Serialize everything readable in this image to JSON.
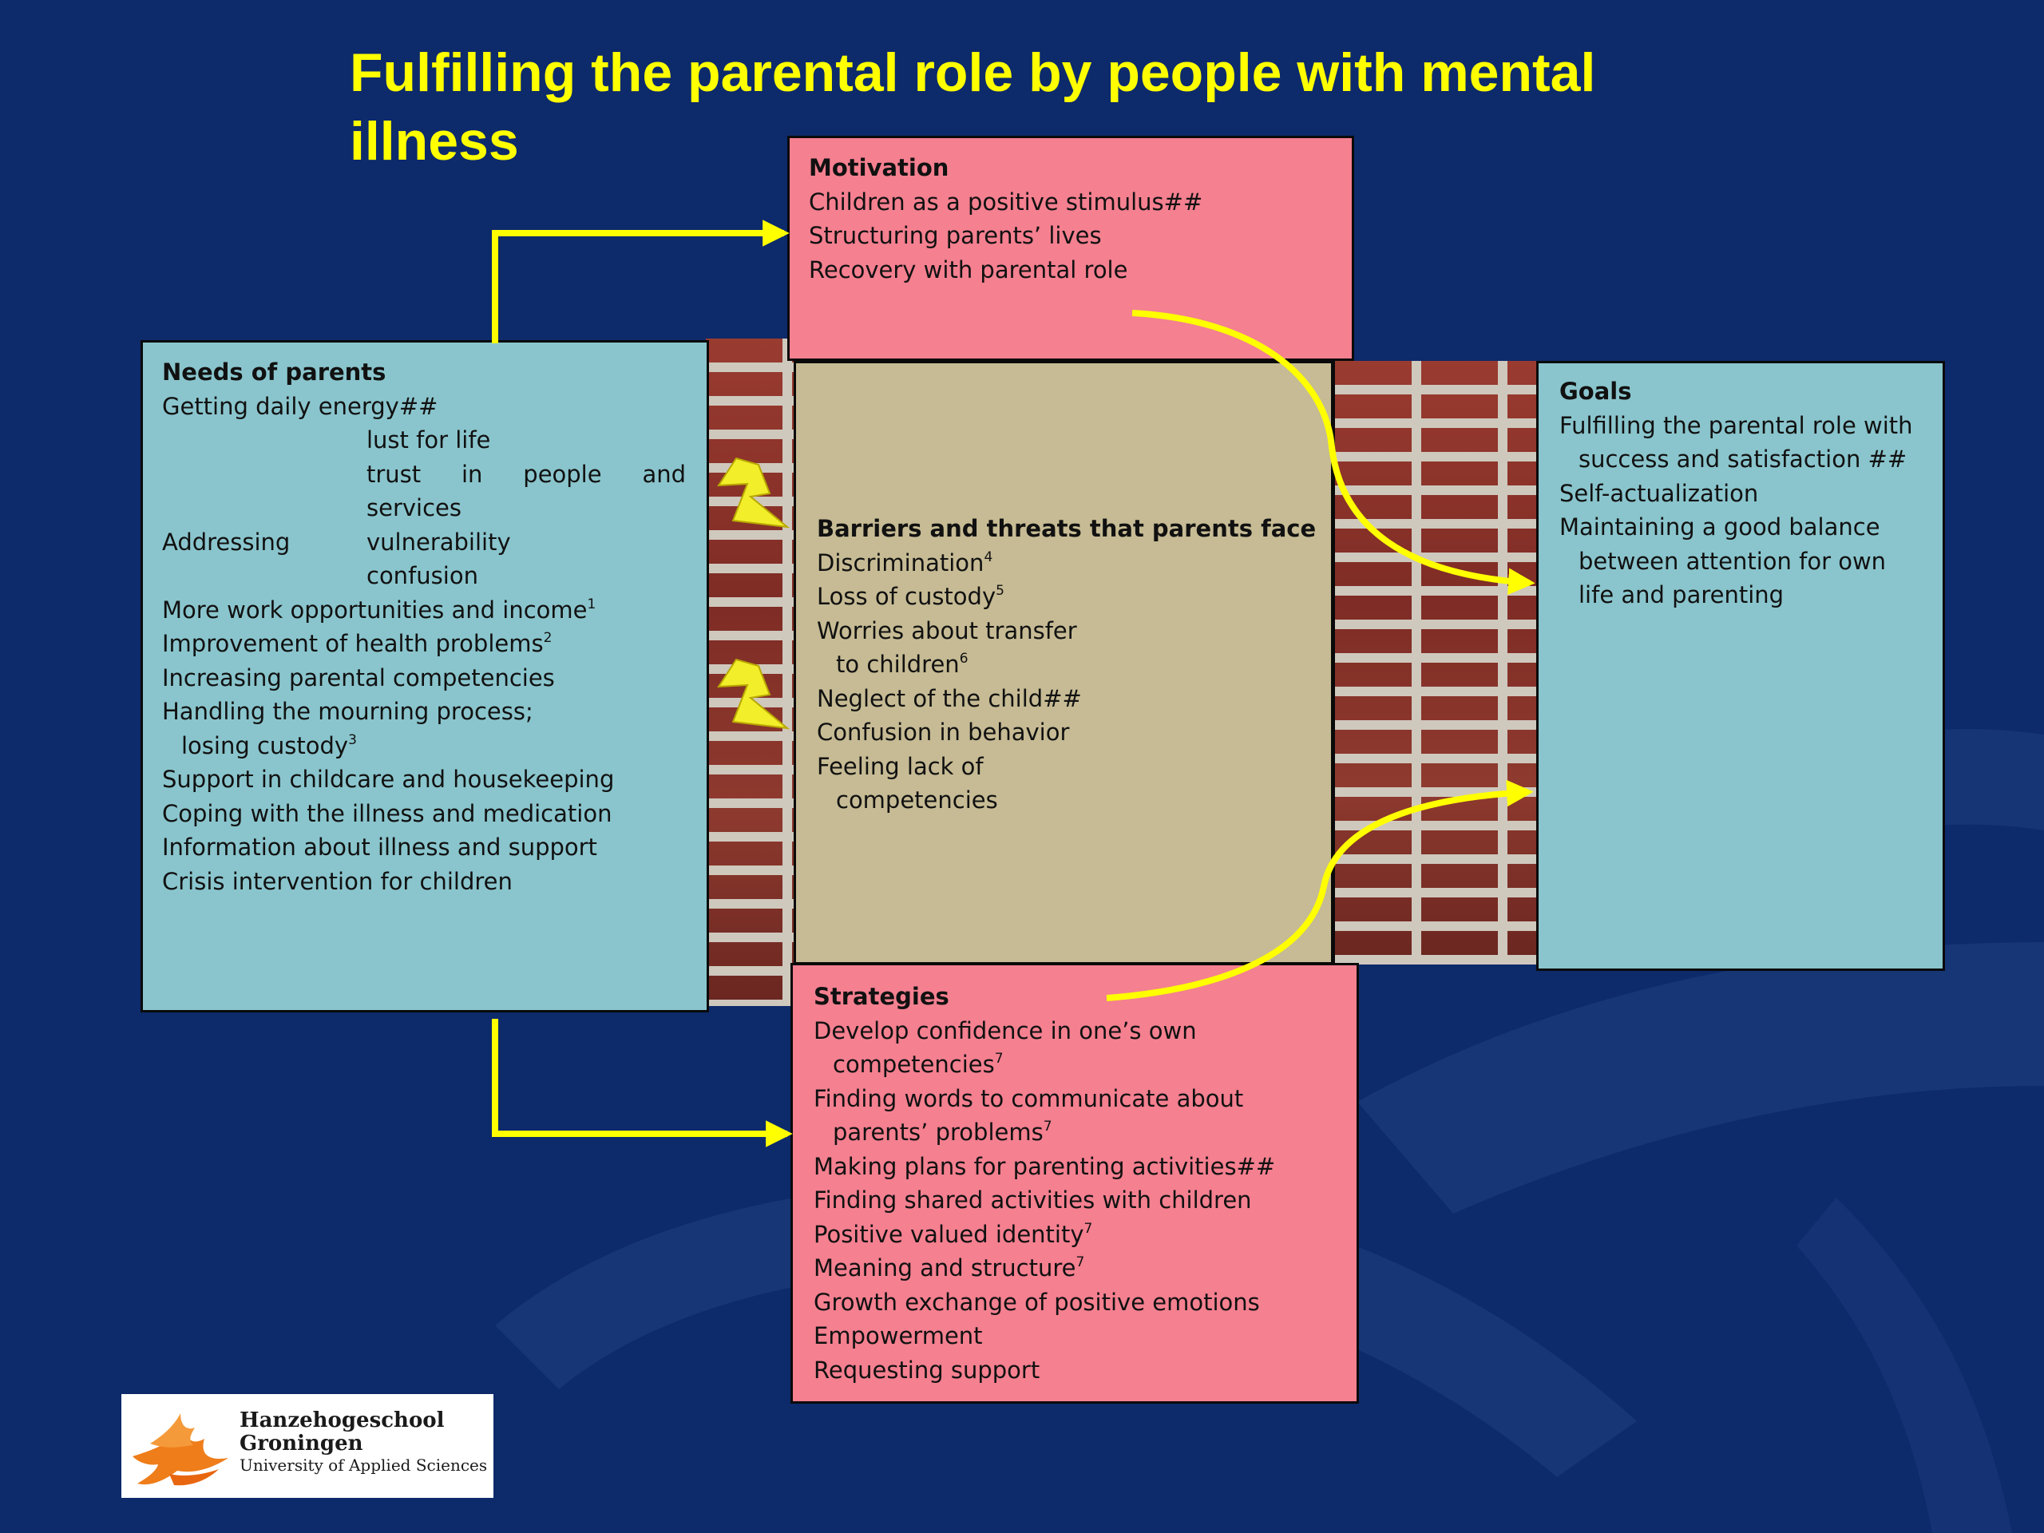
{
  "title": "Fulfilling the parental role by people with mental illness",
  "colors": {
    "background": "#0d2a6b",
    "title": "#ffff00",
    "needs_box": "#8ac5cd",
    "motivation_box": "#f48090",
    "barriers_box": "#c6bb94",
    "arrow": "#ffff00"
  },
  "needs": {
    "heading": "Needs of parents",
    "line1": "Getting daily energy##",
    "sub1": "lust for life",
    "trust_words": [
      "trust",
      "in",
      "people",
      "and"
    ],
    "sub_services": "services",
    "addressing_label": "Addressing",
    "sub_vulnerability": "vulnerability",
    "sub_confusion": "confusion",
    "items": [
      {
        "text": "More work opportunities and income",
        "ref": "1"
      },
      {
        "text": "Improvement of health problems",
        "ref": "2"
      },
      {
        "text": "Increasing parental competencies",
        "ref": ""
      },
      {
        "text": "Handling the mourning process;",
        "ref": ""
      },
      {
        "text": "losing custody",
        "ref": "3",
        "indent": true
      },
      {
        "text": "Support in childcare and housekeeping",
        "ref": ""
      },
      {
        "text": "Coping with the illness and medication",
        "ref": ""
      },
      {
        "text": "Information about illness and support",
        "ref": ""
      },
      {
        "text": "Crisis intervention for children",
        "ref": ""
      }
    ]
  },
  "motivation": {
    "heading": "Motivation",
    "items": [
      "Children as a positive stimulus##",
      "Structuring parents’ lives",
      "Recovery with parental role"
    ]
  },
  "barriers": {
    "heading": "Barriers and threats that parents face",
    "items": [
      {
        "text": "Discrimination",
        "ref": "4"
      },
      {
        "text": "Loss of custody",
        "ref": "5"
      },
      {
        "text": "Worries about transfer",
        "ref": ""
      },
      {
        "text": "to children",
        "ref": "6",
        "indent": true
      },
      {
        "text": "Neglect of the child##",
        "ref": ""
      },
      {
        "text": "Confusion in behavior",
        "ref": ""
      },
      {
        "text": "Feeling lack of",
        "ref": ""
      },
      {
        "text": "competencies",
        "ref": "",
        "indent": true
      }
    ]
  },
  "goals": {
    "heading": "Goals",
    "items": [
      {
        "text": "Fulfilling the parental role with",
        "indent": false
      },
      {
        "text": "success and satisfaction ##",
        "indent": true
      },
      {
        "text": "Self-actualization",
        "indent": false
      },
      {
        "text": "Maintaining a good balance",
        "indent": false
      },
      {
        "text": "between attention for own",
        "indent": true
      },
      {
        "text": "life and parenting",
        "indent": true
      }
    ]
  },
  "strategies": {
    "heading": "Strategies",
    "items": [
      {
        "text": "Develop confidence in one’s own",
        "ref": ""
      },
      {
        "text": "competencies",
        "ref": "7",
        "indent": true
      },
      {
        "text": "Finding words to communicate about",
        "ref": ""
      },
      {
        "text": "parents’ problems",
        "ref": "7",
        "indent": true
      },
      {
        "text": "Making plans for parenting activities##",
        "ref": ""
      },
      {
        "text": "Finding shared activities with children",
        "ref": ""
      },
      {
        "text": "Positive valued identity",
        "ref": "7"
      },
      {
        "text": "Meaning and structure",
        "ref": "7"
      },
      {
        "text": "Growth exchange of positive emotions",
        "ref": ""
      },
      {
        "text": "Empowerment",
        "ref": ""
      },
      {
        "text": "Requesting support",
        "ref": ""
      }
    ]
  },
  "logo": {
    "line1": "Hanzehogeschool",
    "line2": "Groningen",
    "line3": "University of Applied Sciences",
    "icon": "flame-logo-icon"
  }
}
